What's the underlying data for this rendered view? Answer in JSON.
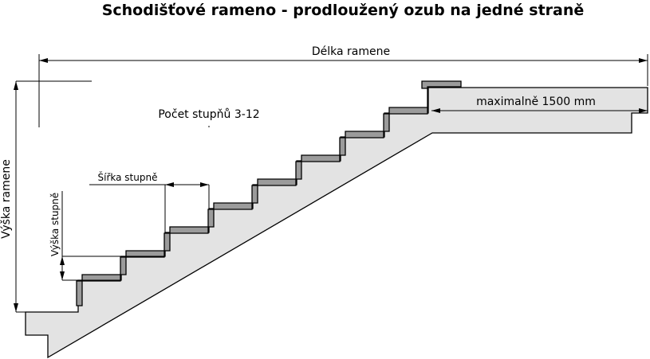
{
  "title": "Schodišťové rameno - prodloužený ozub na jedné straně",
  "labels": {
    "length": "Délka ramene",
    "max_length": "maximalně 1500 mm",
    "step_count": "Počet stupňů 3-12",
    "step_width": "Šířka stupně",
    "step_height": "Výška stupně",
    "flight_height": "Výška ramene"
  },
  "colors": {
    "concrete": "#e3e3e3",
    "finish": "#9b9b9b",
    "line": "#000000"
  }
}
